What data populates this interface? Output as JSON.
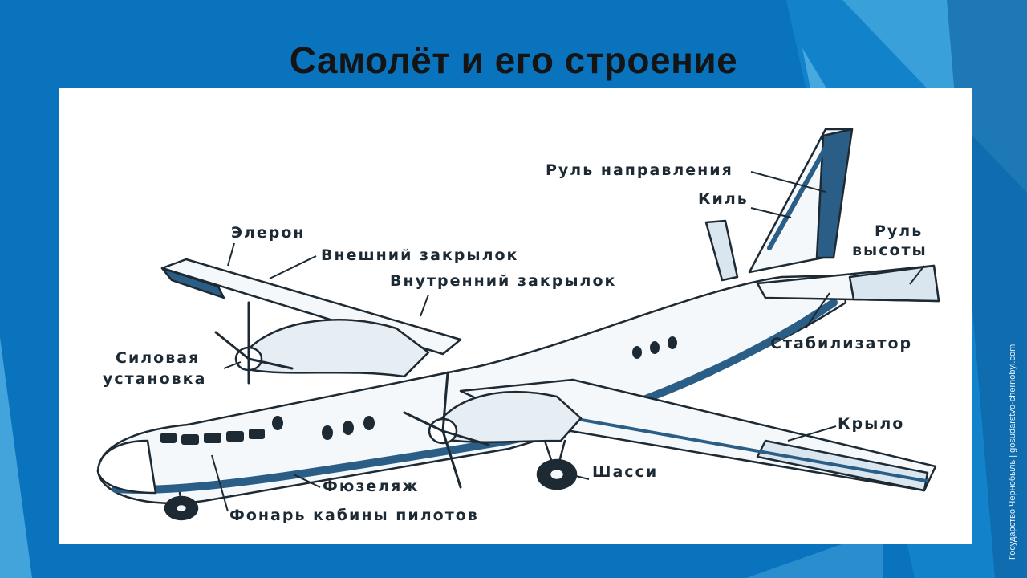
{
  "slide": {
    "title": "Самолёт и его строение"
  },
  "labels": {
    "rudder": "Руль направления",
    "fin": "Киль",
    "aileron": "Элерон",
    "outer_flap": "Внешний закрылок",
    "elevator_line1": "Руль",
    "elevator_line2": "высоты",
    "inner_flap": "Внутренний закрылок",
    "powerplant_line1": "Силовая",
    "powerplant_line2": "установка",
    "stabilizer": "Стабилизатор",
    "wing": "Крыло",
    "landing_gear": "Шасси",
    "fuselage": "Фюзеляж",
    "cockpit_canopy": "Фонарь кабины пилотов"
  },
  "credit": "Государство Чернобыль | gosudarstvo-chernobyl.com",
  "colors": {
    "background": "#0a73bd",
    "accent_light": "#5bb9ea",
    "ink": "#1e2a33",
    "plane_shade": "#2a5e86"
  }
}
